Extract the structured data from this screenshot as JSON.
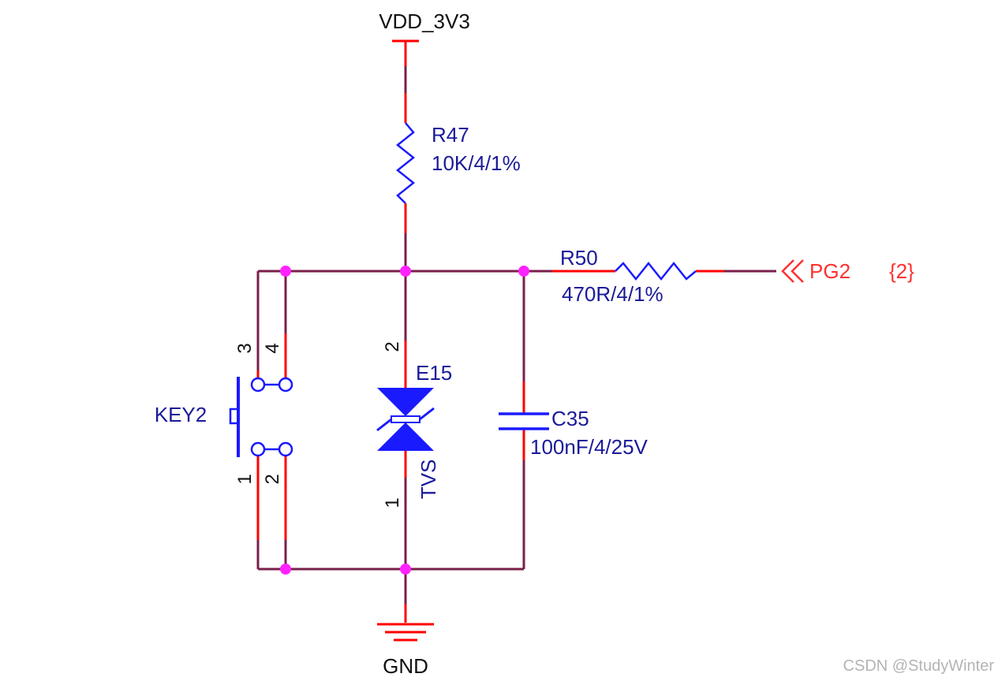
{
  "colors": {
    "wire": "#7a1f4a",
    "pin": "#ff0000",
    "component": "#1a1aff",
    "junction": "#ff22ff",
    "label_blue": "#1a1a99",
    "net_red": "#ff3030",
    "text_black": "#111111",
    "watermark": "#b4b4b4"
  },
  "power": {
    "net": "VDD_3V3"
  },
  "ground": {
    "net": "GND"
  },
  "r47": {
    "ref": "R47",
    "value": "10K/4/1%"
  },
  "r50": {
    "ref": "R50",
    "value": "470R/4/1%"
  },
  "port": {
    "net": "PG2",
    "sheet": "{2}"
  },
  "key": {
    "ref": "KEY2",
    "pins": {
      "p1": "1",
      "p2": "2",
      "p3": "3",
      "p4": "4"
    }
  },
  "tvs": {
    "ref": "E15",
    "type": "TVS",
    "pin_top": "2",
    "pin_bottom": "1"
  },
  "c35": {
    "ref": "C35",
    "value": "100nF/4/25V"
  },
  "watermark": "CSDN @StudyWinter"
}
